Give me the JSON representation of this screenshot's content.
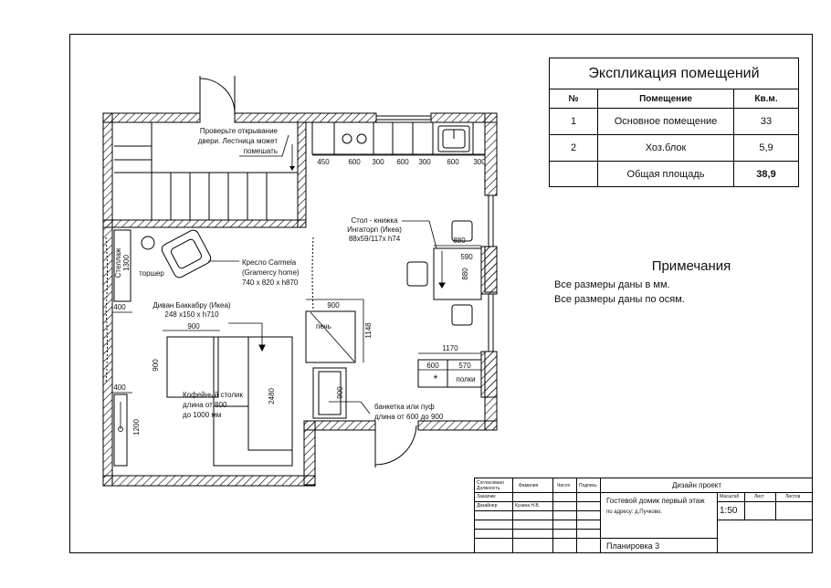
{
  "explication": {
    "title": "Экспликация помещений",
    "headers": [
      "№",
      "Помещение",
      "Кв.м."
    ],
    "rows": [
      {
        "num": "1",
        "name": "Основное помещение",
        "area": "33"
      },
      {
        "num": "2",
        "name": "Хоз.блок",
        "area": "5,9"
      },
      {
        "num": "",
        "name": "Общая площадь",
        "area": "38,9"
      }
    ]
  },
  "notes": {
    "title": "Примечания",
    "lines": [
      "Все размеры даны в мм.",
      "Все размеры даны по осям."
    ]
  },
  "plan": {
    "stair_note": [
      "Проверьте открывание",
      "двери. Лестница может",
      "помешать"
    ],
    "kitchen_dims": [
      "450",
      "600",
      "300",
      "600",
      "300",
      "600",
      "300"
    ],
    "table_label": [
      "Стол - книжка",
      "Ингаторп (Икеа)",
      "88x59/117x h74"
    ],
    "table_dims": {
      "w1": "880",
      "w2": "590",
      "h": "880"
    },
    "armchair_label": [
      "Кресло Carmela",
      "(Gramercy home)",
      "740 x 820 x h870"
    ],
    "torsher": "торшер",
    "shelf_label": "Стеллаж",
    "shelf_dim": "1300",
    "left_dim_top": "400",
    "left_dim_bottom": "400",
    "left_dim_vert": "1200",
    "sofa_label": [
      "Диван Баккабру (Икеа)",
      "248 x150 x h710"
    ],
    "sofa_dim": "2480",
    "coffee_w": "900",
    "coffee_h": "900",
    "coffee_label": [
      "Кофейный столик",
      "длина от 800",
      "до 1000 мм"
    ],
    "stove_label": "печь",
    "stove_w": "900",
    "stove_h": "1148",
    "bench_dim": "900",
    "bench_label": [
      "банкетка или пуф",
      "длина от 600 до 900"
    ],
    "shelves_total": "1170",
    "shelves_a": "600",
    "shelves_b": "570",
    "shelves_label": "полки",
    "star": "*"
  },
  "titleblock": {
    "left_rows": [
      [
        "Согласовано Должность",
        "Фамилия",
        "Число",
        "Подпись"
      ],
      [
        "Заказчик",
        "",
        "",
        ""
      ],
      [
        "Дизайнер",
        "Кузина Н.В.",
        "",
        ""
      ]
    ],
    "project": "Дизайн проект",
    "object": "Гостевой домик  первый этаж",
    "address": "по адресу: д.Пучково,",
    "scale_label": "Масштаб",
    "sheet_label": "Лист",
    "sheets_label": "Листов",
    "scale": "1:50",
    "sheet_name": "Планировка 3"
  }
}
